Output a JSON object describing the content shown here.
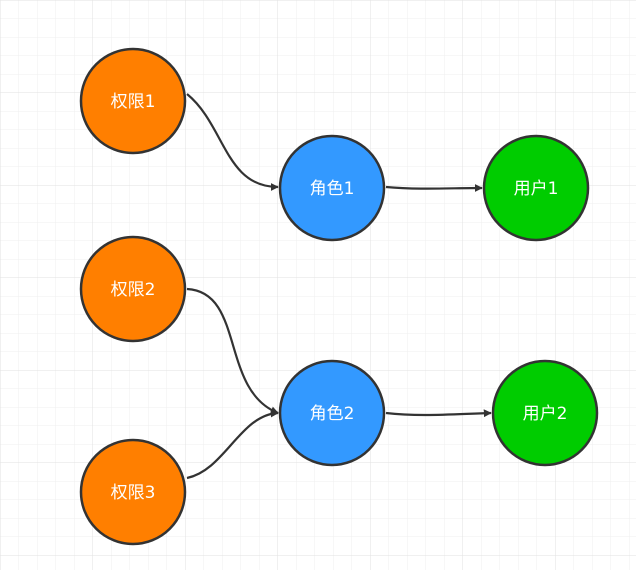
{
  "diagram": {
    "colors": {
      "permission": "#ff7f00",
      "role": "#3399ff",
      "user": "#00cc00",
      "stroke": "#333333",
      "label": "#ffffff",
      "grid_minor": "#efefef",
      "grid_major": "#e2e2e2"
    },
    "nodes": [
      {
        "id": "perm1",
        "label": "权限1",
        "kind": "permission"
      },
      {
        "id": "perm2",
        "label": "权限2",
        "kind": "permission"
      },
      {
        "id": "perm3",
        "label": "权限3",
        "kind": "permission"
      },
      {
        "id": "role1",
        "label": "角色1",
        "kind": "role"
      },
      {
        "id": "role2",
        "label": "角色2",
        "kind": "role"
      },
      {
        "id": "user1",
        "label": "用户1",
        "kind": "user"
      },
      {
        "id": "user2",
        "label": "用户2",
        "kind": "user"
      }
    ],
    "edges": [
      {
        "from": "perm1",
        "to": "role1"
      },
      {
        "from": "role1",
        "to": "user1"
      },
      {
        "from": "perm2",
        "to": "role2"
      },
      {
        "from": "perm3",
        "to": "role2"
      },
      {
        "from": "role2",
        "to": "user2"
      }
    ]
  }
}
